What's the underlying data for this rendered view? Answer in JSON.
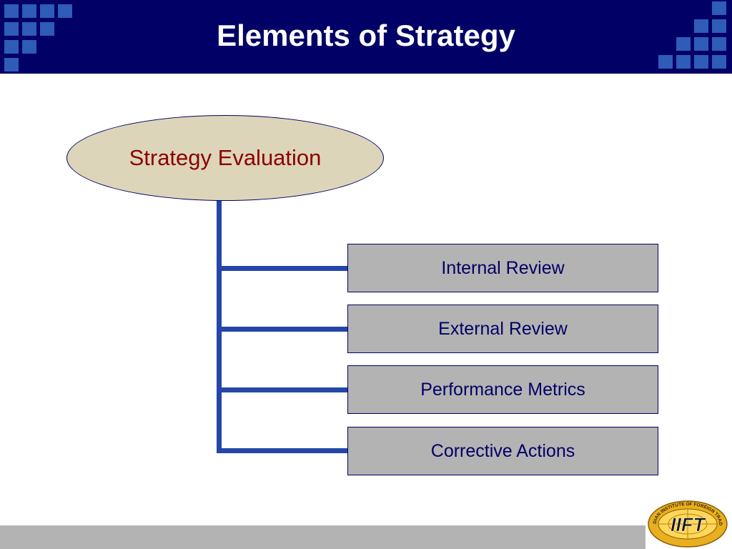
{
  "slide": {
    "title": "Elements of Strategy"
  },
  "diagram": {
    "root": "Strategy Evaluation",
    "children": [
      "Internal Review",
      "External Review",
      "Performance Metrics",
      "Corrective Actions"
    ]
  },
  "logo": {
    "name": "iift-logo",
    "text": "IIFT",
    "ring_text": "INDIAN INSTITUTE OF FOREIGN TRADE"
  },
  "colors": {
    "header_bg": "#000066",
    "accent_blue": "#2346a8",
    "ellipse_fill": "#ddd5b9",
    "root_text": "#8b0000",
    "box_fill": "#b3b3b3",
    "box_text": "#000066"
  }
}
